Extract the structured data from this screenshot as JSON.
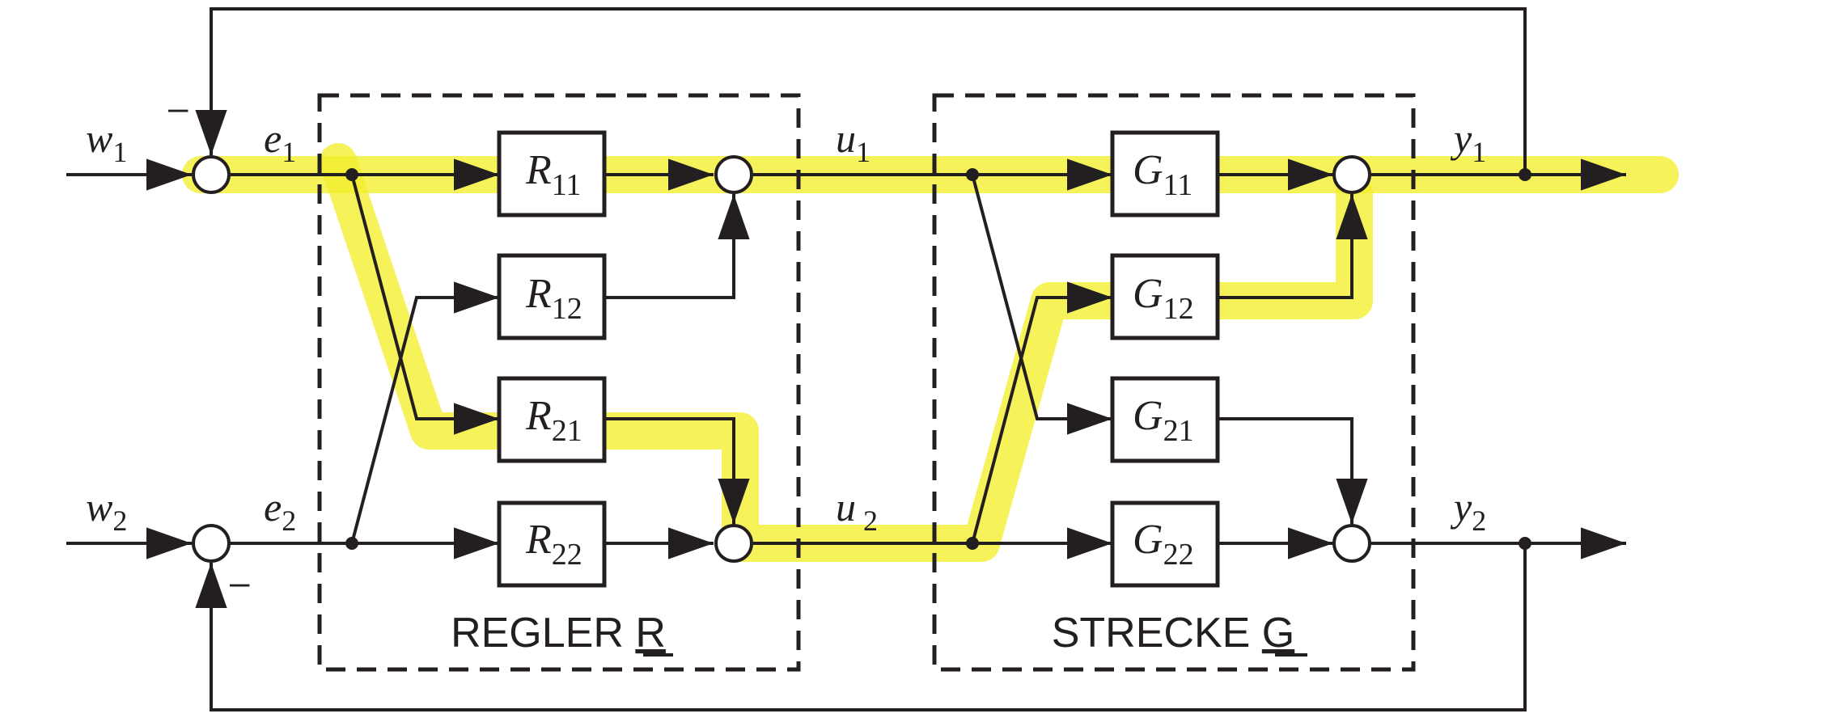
{
  "signals": {
    "w1": {
      "sym": "w",
      "sub": "1"
    },
    "w2": {
      "sym": "w",
      "sub": "2"
    },
    "e1": {
      "sym": "e",
      "sub": "1"
    },
    "e2": {
      "sym": "e",
      "sub": "2"
    },
    "u1": {
      "sym": "u",
      "sub": "1"
    },
    "u2": {
      "sym": "u",
      "sub": " 2"
    },
    "y1": {
      "sym": "y",
      "sub": "1"
    },
    "y2": {
      "sym": "y",
      "sub": "2"
    }
  },
  "signs": {
    "minus_top": "–",
    "minus_bottom": "–"
  },
  "blocks": {
    "R11": {
      "sym": "R",
      "sub": "11"
    },
    "R12": {
      "sym": "R",
      "sub": "12"
    },
    "R21": {
      "sym": "R",
      "sub": "21"
    },
    "R22": {
      "sym": "R",
      "sub": "22"
    },
    "G11": {
      "sym": "G",
      "sub": "11"
    },
    "G12": {
      "sym": "G",
      "sub": "12"
    },
    "G21": {
      "sym": "G",
      "sub": "21"
    },
    "G22": {
      "sym": "G",
      "sub": "22"
    }
  },
  "groups": {
    "regler": {
      "label": "REGLER ",
      "symbol": "R"
    },
    "strecke": {
      "label": "STRECKE ",
      "symbol": "G"
    }
  },
  "colors": {
    "line": "#231f20",
    "highlight": "#f2ee2c"
  }
}
